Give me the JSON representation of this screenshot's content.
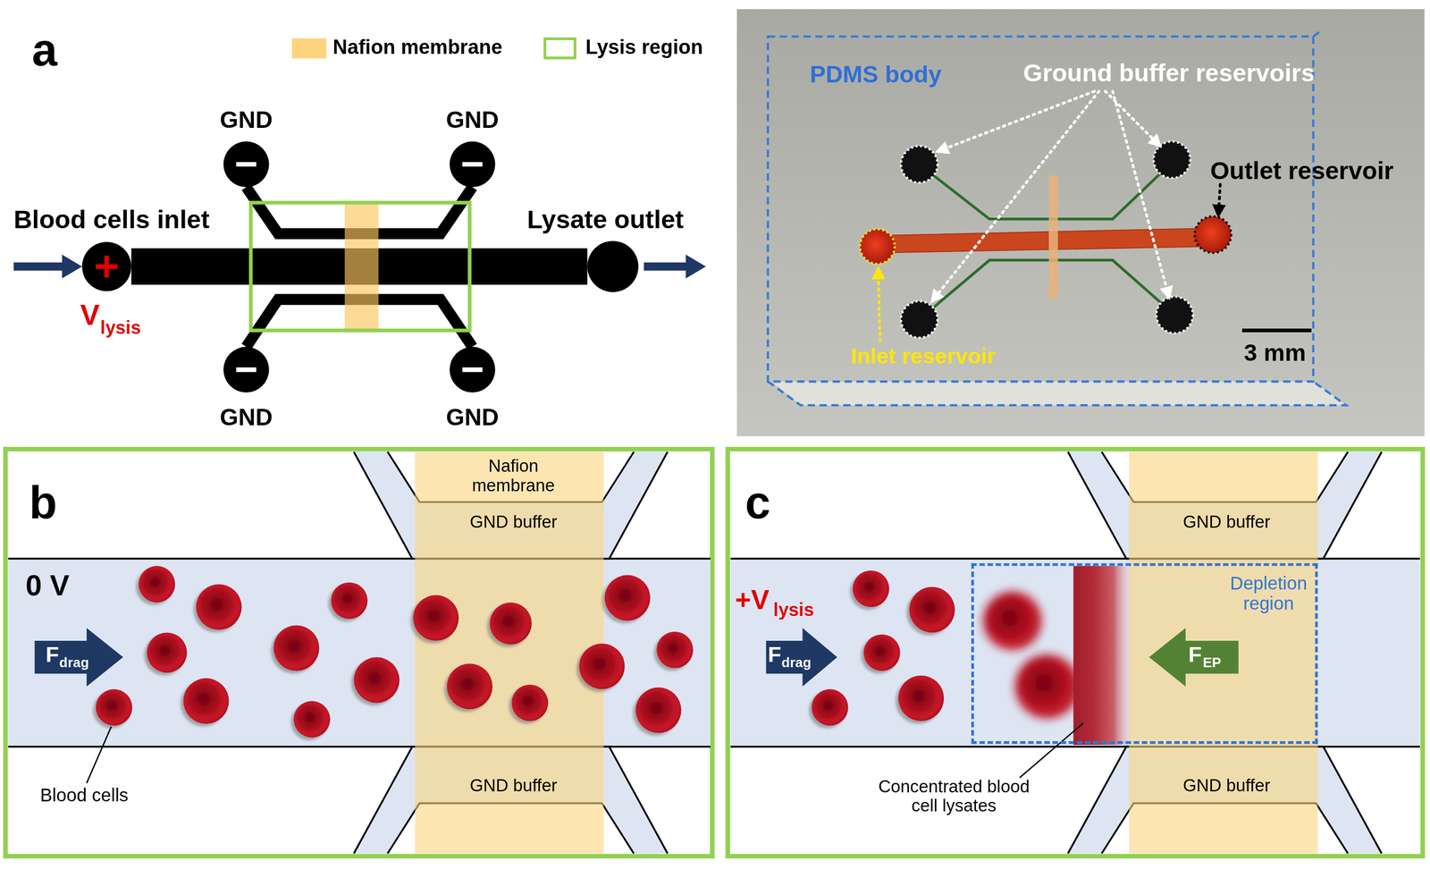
{
  "diagram": {
    "nodes": [
      {
        "text": [
          "GND"
        ]
      },
      {
        "text": [
          "GND"
        ]
      },
      {
        "text": [
          "Blood cells inlet"
        ]
      },
      {
        "text": [
          "Lysate outlet"
        ]
      },
      {
        "text": [
          "GND"
        ]
      },
      {
        "text": [
          "GND"
        ]
      },
      {
        "text": [
          "Depletion region"
        ]
      }
    ],
    "edges": [
      {
        "from": 2,
        "to": 3,
        "arrow": "none"
      },
      {
        "from": 0,
        "to": 1,
        "arrow": "none"
      },
      {
        "from": 4,
        "to": 5,
        "arrow": "none"
      }
    ],
    "labels": [
      "a",
      "V",
      "lysis",
      "PDMS body",
      "Ground buffer reservoirs",
      "Outlet reservoir",
      "Inlet reservoir",
      "3 mm",
      "b",
      "Nafion membrane",
      "GND buffer",
      "GND buffer",
      "0 V",
      "F",
      "drag",
      "Blood cells",
      "c",
      "GND buffer",
      "GND buffer",
      "+V",
      "lysis",
      "F",
      "drag",
      "F",
      "EP",
      "Concentrated blood cell lysates"
    ],
    "legend": [
      {
        "text": "Nafion membrane",
        "color": "#fdd47e"
      },
      {
        "text": "Lysis region"
      }
    ]
  }
}
